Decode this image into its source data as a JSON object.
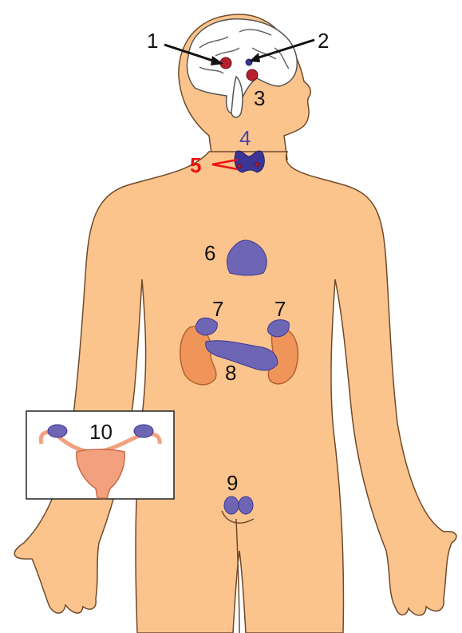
{
  "colors": {
    "skin": "#fbc48d",
    "outline": "#6f4a2a",
    "gland": "#6e66b4",
    "gland_dark": "#3b3696",
    "pituitary": "#b51f2e",
    "kidney": "#f0955a",
    "uterus": "#f2a07e",
    "brain": "#ffffff",
    "label": "#111111",
    "label_blue": "#4a46a6",
    "label_red": "#ee1111"
  },
  "labels": {
    "l1": "1",
    "l2": "2",
    "l3": "3",
    "l4": "4",
    "l5": "5",
    "l6": "6",
    "l7a": "7",
    "l7b": "7",
    "l8": "8",
    "l9": "9",
    "l10": "10"
  }
}
